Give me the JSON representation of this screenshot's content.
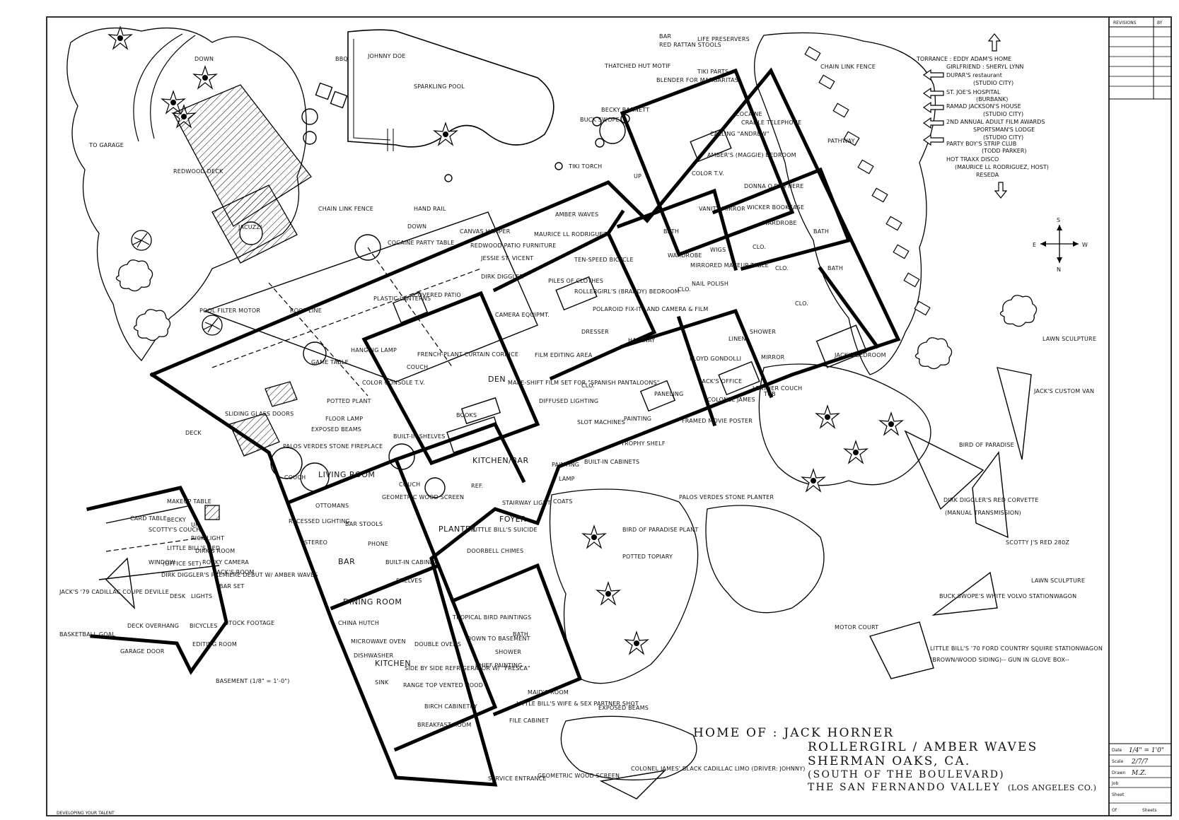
{
  "title_block": {
    "line1": "HOME  OF :  JACK  HORNER",
    "line2": "ROLLERGIRL / AMBER  WAVES",
    "line3": "SHERMAN  OAKS,  CA.",
    "line4": "(SOUTH OF THE BOULEVARD)",
    "line5": "THE  SAN FERNANDO  VALLEY",
    "line5b": "(LOS ANGELES CO.)"
  },
  "legend": {
    "rows": [
      "TORRANCE : EDDY ADAM'S HOME",
      "GIRLFRIEND : SHERYL LYNN",
      "DUPAR'S restaurant",
      "(STUDIO CITY)",
      "ST. JOE'S HOSPITAL",
      "(BURBANK)",
      "RAMAD JACKSON'S HOUSE",
      "(STUDIO CITY)",
      "2ND ANNUAL ADULT FILM AWARDS",
      "SPORTSMAN'S LODGE",
      "(STUDIO CITY)",
      "PARTY BOY'S STRIP CLUB",
      "(TODD PARKER)",
      "HOT TRAXX DISCO",
      "(MAURICE LL RODRIGUEZ, HOST)",
      "RESEDA"
    ]
  },
  "compass": {
    "s": "S",
    "e": "E",
    "w": "W",
    "n": "N"
  },
  "revisions": {
    "header": "REVISIONS",
    "by": "BY"
  },
  "sheet_info": {
    "date_label": "Date",
    "date_value": "1/4\" = 1'0\"",
    "scale_label": "Scale",
    "scale_value": "2/7/7",
    "drawn_label": "Drawn",
    "drawn_value": "M.Z.",
    "job_label": "Job",
    "sheet_label": "Sheet",
    "of_label": "Of",
    "sheets_label": "Sheets"
  },
  "footer": {
    "left": "DEVELOPING YOUR TALENT"
  },
  "rooms": {
    "redwood_deck": "REDWOOD DECK",
    "jacuzzi": "JACUZZI",
    "pool": "SPARKLING POOL",
    "johnny_doe": "JOHNNY DOE",
    "bbq": "BBQ",
    "bar_top": "BAR",
    "living_room": "LIVING ROOM",
    "den": "DEN",
    "kitchen_bar": "KITCHEN/BAR",
    "covered_patio": "COVERED PATIO",
    "game_table": "GAME TABLE",
    "hallway": "HALLWAY",
    "foyer": "FOYER",
    "dining_room": "DINING ROOM",
    "bar_lower": "BAR",
    "kitchen": "KITCHEN",
    "breakfast_room": "BREAKFAST ROOM",
    "maids_room": "MAID'S ROOM",
    "jacks_bedroom": "JACK'S BEDROOM",
    "jacks_office": "JACK'S OFFICE",
    "ambers_bedroom": "AMBER'S (MAGGIE) BEDROOM",
    "rollergirl_bedroom": "ROLLERGIRL'S (BRANDY) BEDROOM",
    "bath1": "BATH",
    "bath2": "BATH",
    "bath3": "BATH",
    "bath4": "BATH",
    "wardrobe": "WARDROBE",
    "wardrobe2": "WARDROBE",
    "deck": "DECK",
    "pathway": "PATHWAY",
    "motor_court": "MOTOR  COURT",
    "basement": "BASEMENT (1/8\" = 1'-0\")"
  },
  "labels": {
    "down": "DOWN",
    "to_garage": "TO GARAGE",
    "roof_line": "ROOF LINE",
    "pool_filter": "POOL FILTER MOTOR",
    "chain_link": "CHAIN LINK FENCE",
    "chain_link2": "CHAIN LINK FENCE",
    "down2": "DOWN",
    "cocaine_party": "COCAINE PARTY TABLE",
    "hand_rail": "HAND RAIL",
    "canvas_hamper": "CANVAS HAMPER",
    "redwood_patio": "REDWOOD PATIO FURNITURE",
    "plastic_lanterns": "PLASTIC LANTERNS",
    "jessie": "JESSIE ST. VICENT",
    "dirk": "DIRK DIGGLER",
    "maurice": "MAURICE LL RODRIGUEZ",
    "amber_waves": "AMBER WAVES",
    "ten_speed": "TEN-SPEED BICYCLE",
    "piles": "PILES OF CLOTHES",
    "camera": "CAMERA EQUIPMT.",
    "hanging_lamp": "HANGING LAMP",
    "color_console": "COLOR CONSOLE T.V.",
    "sliding_glass": "SLIDING GLASS DOORS",
    "potted_plant": "POTTED PLANT",
    "floor_lamp": "FLOOR LAMP",
    "exposed_beams": "EXPOSED BEAMS",
    "palos_fireplace": "PALOS VERDES STONE FIREPLACE",
    "french_plant": "FRENCH-PLANT CURTAIN CORNICE",
    "couch": "COUCH",
    "couch2": "COUCH",
    "couch3": "COUCH",
    "books": "BOOKS",
    "built_in_shelves": "BUILT-IN SHELVES",
    "make_shift": "MAKE-SHIFT FILM SET FOR \"SPANISH PANTALOONS\"",
    "diffused": "DIFFUSED LIGHTING",
    "film_editing": "FILM EDITING AREA",
    "slot": "SLOT MACHINES",
    "trophy": "TROPHY SHELF",
    "painting": "PAINTING",
    "painting2": "PAINTING",
    "built_in_cabinets": "BUILT-IN CABINETS",
    "lamp": "LAMP",
    "ref": "REF.",
    "coats": "COATS",
    "stairway": "STAIRWAY LIGHT",
    "palos_planter": "PALOS VERDES STONE PLANTER",
    "ottomans": "OTTOMANS",
    "recessed": "RECESSED LIGHTING",
    "bar_stools": "BAR STOOLS",
    "stereo": "STEREO",
    "geometric": "GEOMETRIC WOOD SCREEN",
    "phone": "PHONE",
    "planter": "PLANTER",
    "little_bills": "LITTLE BILL'S SUICIDE",
    "doorbell": "DOORBELL CHIMES",
    "built_in_cabinet": "BUILT-IN CABINET",
    "shelves": "SHELVES",
    "china_hutch": "CHINA HUTCH",
    "tropical_bird": "TROPICAL BIRD PAINTINGS",
    "microwave": "MICROWAVE OVEN",
    "dishwasher": "DISHWASHER",
    "double_ovens": "DOUBLE OVENS",
    "down_to_basement": "DOWN TO BASEMENT",
    "side_by_side": "SIDE BY SIDE REFRIGERATOR W/ \"FRESCA\"",
    "sink": "SINK",
    "range_top": "RANGE TOP VENTED HOOD",
    "birch": "BIRCH CABINETRY",
    "file_cabinet": "FILE CABINET",
    "little_bills_wife": "LITTLE BILL'S WIFE & SEX PARTNER SHOT",
    "shower": "SHOWER",
    "shower2": "SHOWER",
    "chief_painting": "CHIEF PAINTING",
    "exposed_beams2": "EXPOSED BEAMS",
    "service": "SERVICE ENTRANCE",
    "geometric2": "GEOMETRIC WOOD SCREEN",
    "colonel_limo": "COLONEL JAMES' BLACK CADILLAC LIMO (DRIVER: JOHNNY)",
    "bird_plant": "BIRD OF PARADISE PLANT",
    "potted_topiary": "POTTED TOPIARY",
    "bird_of_paradise": "BIRD OF PARADISE",
    "dirk_corvette": "DIRK DIGGLER'S RED CORVETTE",
    "manual": "(MANUAL TRANSMISSION)",
    "scotty": "SCOTTY J'S RED 280Z",
    "lawn_sculpture": "LAWN SCULPTURE",
    "lawn_sculpture2": "LAWN SCULPTURE",
    "jacks_van": "JACK'S CUSTOM VAN",
    "buck_swope": "BUCK SWOPE'S WHITE VOLVO STATIONWAGON",
    "little_bill_ford": "LITTLE BILL'S '70 FORD COUNTRY SQUIRE STATIONWAGON",
    "brown_wood": "(BROWN/WOOD SIDING)-- GUN IN GLOVE BOX--",
    "floyd": "FLOYD GONDOLLI",
    "colonel_james": "COLONEL JAMES",
    "paneling": "PANELING",
    "framed": "FRAMED MOVIE POSTER",
    "leather_couch": "LEATHER COUCH",
    "tub": "TUB",
    "mirror": "MIRROR",
    "linen": "LINEN",
    "clo": "CLO.",
    "clo2": "CLO.",
    "clo3": "CLO.",
    "clo4": "CLO.",
    "clo5": "CLO.",
    "dresser": "DRESSER",
    "polaroid": "POLAROID FIX-IT-LAND CAMERA & FILM",
    "mirror_makeup": "MIRRORED MAKEUP TABLE",
    "nail_polish": "NAIL POLISH",
    "wigs": "WIGS",
    "vanity": "VANITY MIRROR",
    "wicker": "WICKER BOOKCASE",
    "donna": "DONNA O.D.'S HERE",
    "color_tv": "COLOR T.V.",
    "calling": "CALLING \"ANDREW\"",
    "cocaine": "COCAINE",
    "cradle": "CRADLE TELEPHONE",
    "life_pres": "LIFE PRESERVERS",
    "thatched": "THATCHED HUT MOTIF",
    "red_rattan": "RED RATTAN STOOLS",
    "blender": "BLENDER FOR MARGARITAS",
    "tiki": "TIKI PARTS",
    "becky": "BECKY BARNETT",
    "buck_swope2": "BUCK SWOPE",
    "tiki_torch": "TIKI TORCH",
    "up": "UP",
    "up2": "UP",
    "jacks_cadillac": "JACK'S '79 CADILLAC COUPE DEVILLE",
    "basketball": "BASKETBALL GOAL",
    "garage_door": "GARAGE DOOR",
    "deck_overhang": "DECK OVERHANG",
    "editing_room": "EDITING ROOM",
    "stock_footage": "STOCK FOOTAGE",
    "bicycles": "BICYCLES",
    "card_table": "CARD TABLE",
    "makeup_table": "MAKEUP TABLE",
    "scotty_couch": "SCOTTY'S COUCH",
    "becky2": "BECKY",
    "little_bill_bed": "LITTLE BILL'S BED",
    "office_set": "(OFFICE SET)",
    "dirk_premiere": "DIRK DIGGLER'S PREMIERE DEBUT W/ AMBER WAVES",
    "desk": "DESK",
    "lights": "LIGHTS",
    "rocky_camera": "ROCKY CAMERA",
    "jacks_room": "JACK'S ROOM",
    "bar_set": "BAR SET",
    "window": "WINDOW",
    "rick_light": "RICK LIGHT",
    "dirks_room": "DIRK'S ROOM"
  },
  "colors": {
    "ink": "#111111",
    "paper": "#ffffff"
  }
}
